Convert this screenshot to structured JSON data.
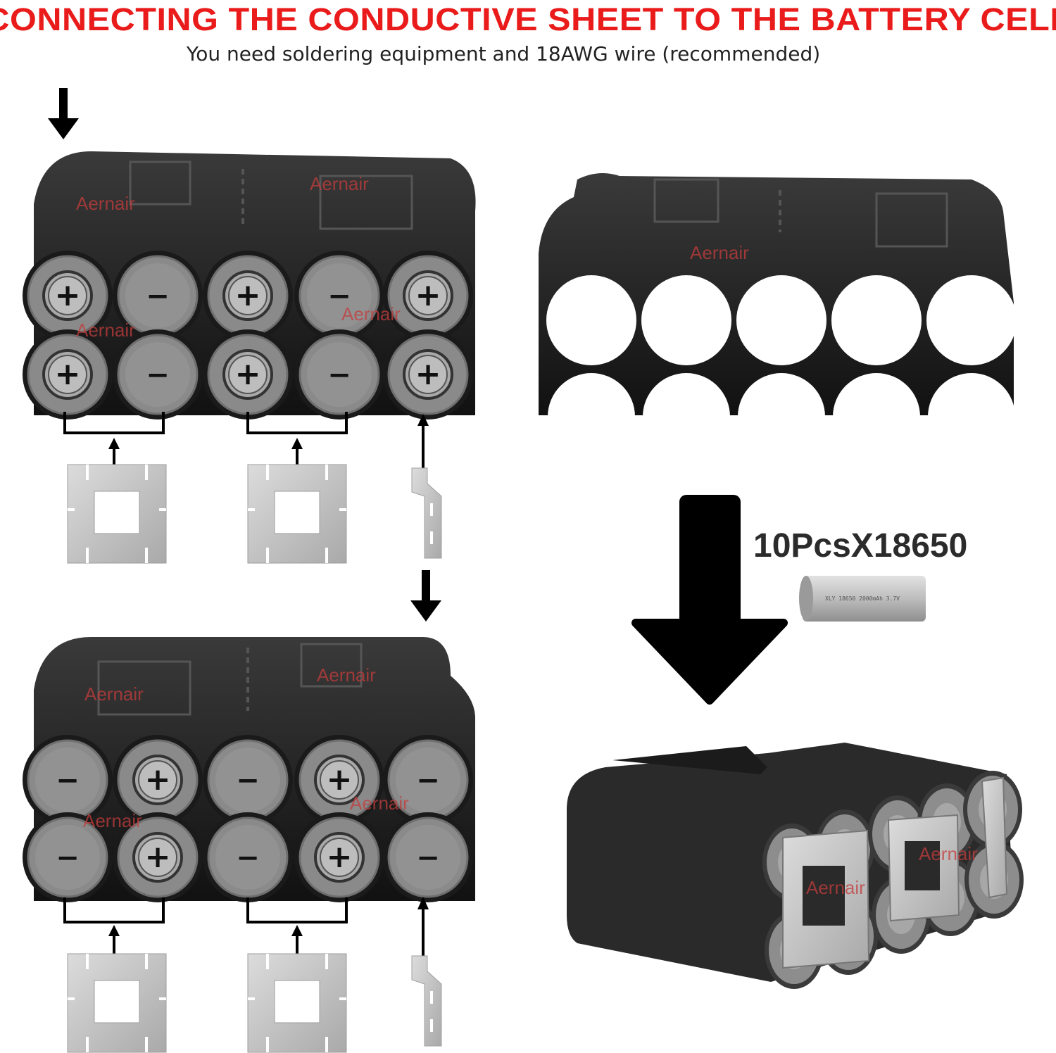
{
  "header": {
    "title": "CONNECTING THE CONDUCTIVE SHEET TO THE BATTERY CELL",
    "subtitle": "You need soldering equipment and 18AWG wire (recommended)"
  },
  "battery_label": "10PcsX18650",
  "cell_print": "XLY 18650 2000mAh 3.7V",
  "watermark": "Aernair",
  "polarity_symbols": {
    "plus": "+",
    "minus": "−"
  },
  "top_pack_polarity": [
    "+",
    "−",
    "+",
    "−",
    "+"
  ],
  "bottom_pack_polarity": [
    "−",
    "+",
    "−",
    "+",
    "−"
  ],
  "colors": {
    "title": "#ea1b1b",
    "holder": "#1e1e1e",
    "cell_face": "#8a8a8a",
    "nickel_strip": "#c8c8c8",
    "arrow": "#000000"
  }
}
